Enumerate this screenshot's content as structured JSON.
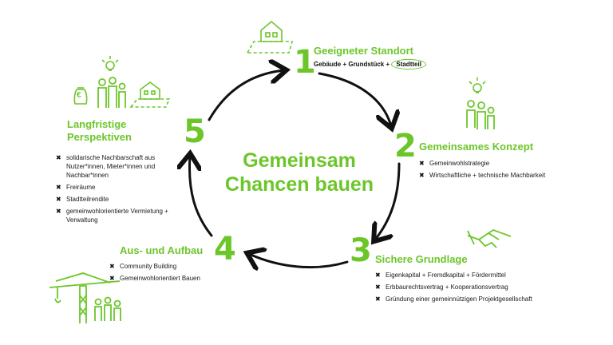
{
  "center": {
    "line1": "Gemeinsam",
    "line2": "Chancen bauen"
  },
  "steps": [
    {
      "number": "1",
      "title": "Geeigneter Standort",
      "subtitle_parts": [
        "Gebäude + Grundstück + ",
        "Stadtteil"
      ]
    },
    {
      "number": "2",
      "title": "Gemeinsames Konzept",
      "items": [
        "Gemeinwohlstrategie",
        "Wirtschaftliche + technische Machbarkeit"
      ]
    },
    {
      "number": "3",
      "title": "Sichere Grundlage",
      "items": [
        "Eigenkapital + Fremdkapital + Fördermittel",
        "Erbbaurechtsvertrag + Kooperationsvertrag",
        "Gründung einer gemeinnützigen Projektgesellschaft"
      ]
    },
    {
      "number": "4",
      "title": "Aus- und Aufbau",
      "items": [
        "Community Building",
        "Gemeinwohlorientiert Bauen"
      ]
    },
    {
      "number": "5",
      "title_line1": "Langfristige",
      "title_line2": "Perspektiven",
      "items": [
        "solidarische Nachbarschaft aus Nutzer*innen, Mieter*innen und Nachbar*innen",
        "Freiräume",
        "Stadtteilrendite",
        "gemeinwohlorientierte Vermietung + Verwaltung"
      ]
    }
  ],
  "icon_labels": {
    "moneybag": "€"
  },
  "colors": {
    "accent": "#6cc62a",
    "ink": "#111111"
  },
  "icons": [
    "house-icon",
    "lightbulb-icon",
    "people-icon",
    "handshake-icon",
    "crane-icon",
    "moneybag-icon"
  ]
}
